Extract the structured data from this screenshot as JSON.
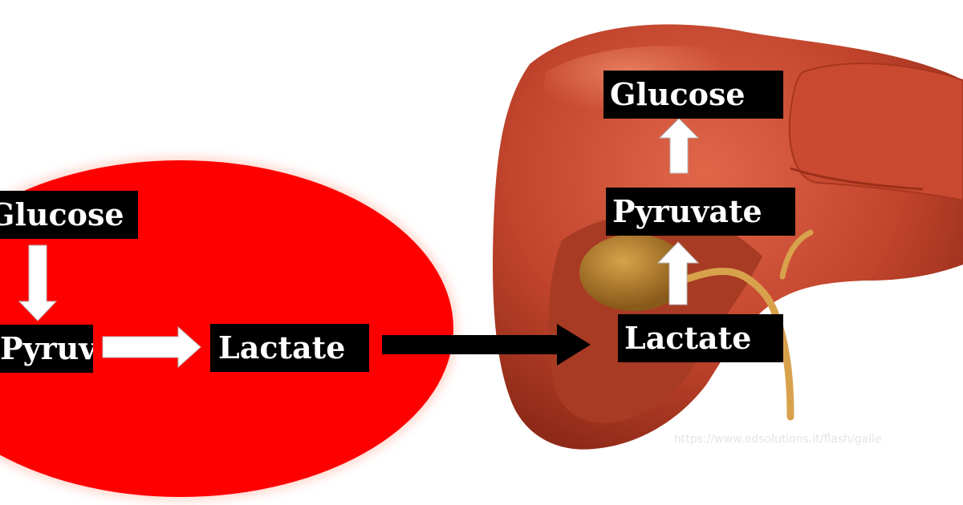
{
  "cell": {
    "glucose_label": "Glucose",
    "pyruvate_label": "Pyruvate",
    "lactate_label": "Lactate",
    "color": "#ff0000"
  },
  "liver": {
    "glucose_label": "Glucose",
    "pyruvate_label": "Pyruvate",
    "lactate_label": "Lactate",
    "color": "#c1442c"
  },
  "arrows": {
    "cell_arrow_color": "#ffffff",
    "transport_arrow_color": "#000000",
    "liver_arrow_color": "#ffffff"
  },
  "watermark": {
    "text": "https://www.edsolutions.it/flash/galle"
  }
}
